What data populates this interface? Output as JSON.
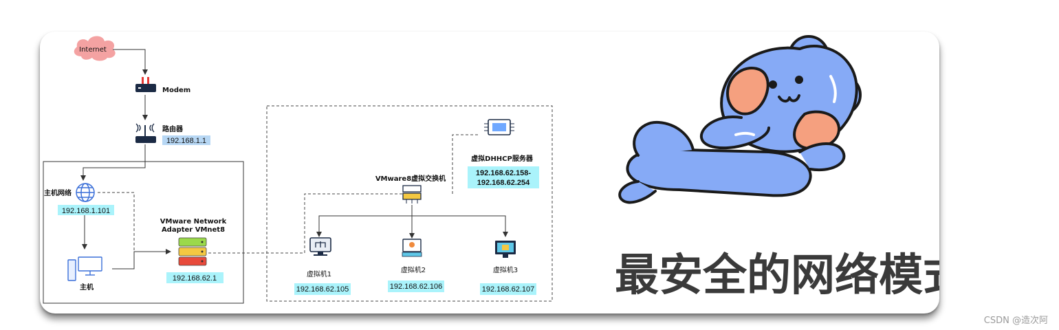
{
  "nodes": {
    "internet": "Internet",
    "modem": "Modem",
    "router": "路由器",
    "router_ip": "192.168.1.1",
    "host_network": "主机网络",
    "host_network_ip": "192.168.1.101",
    "host": "主机",
    "adapter_line1": "VMware Network",
    "adapter_line2": "Adapter VMnet8",
    "adapter_ip": "192.168.62.1",
    "switch": "VMware8虚拟交换机",
    "dhcp": "虚拟DHHCP服务器",
    "dhcp_range_start": "192.168.62.158-",
    "dhcp_range_end": "192.168.62.254",
    "vm1": "虚拟机1",
    "vm1_ip": "192.168.62.105",
    "vm2": "虚拟机2",
    "vm2_ip": "192.168.62.106",
    "vm3": "虚拟机3",
    "vm3_ip": "192.168.62.107"
  },
  "caption": "最安全的网络模式",
  "watermark": "CSDN @造次阿",
  "colors": {
    "ip_label_bg": "#aaf3fb",
    "ip_label_bg_router": "#b7d7f4",
    "bear_body": "#86aaf6",
    "bear_cheek": "#f5a07f",
    "cloud": "#f4a2a2"
  }
}
